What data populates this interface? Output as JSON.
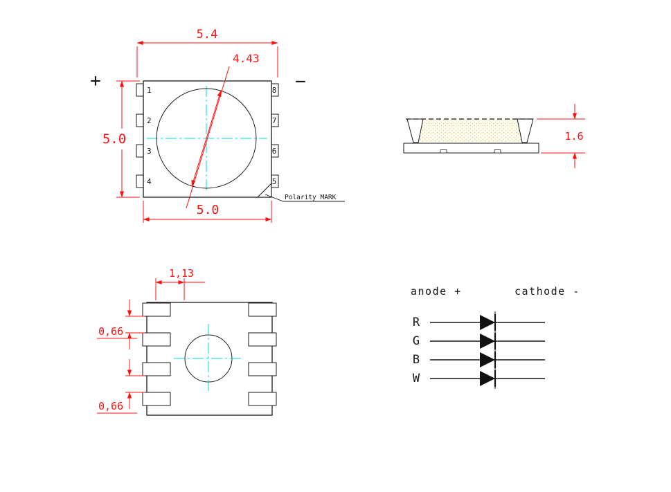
{
  "colors": {
    "dimension": "#ff1010",
    "centerline": "#00d8e0",
    "outline": "#1a1a1a",
    "phosphor_dot": "#d8cc88"
  },
  "top_view": {
    "polarity_sign_positive": "+",
    "polarity_sign_negative": "−",
    "dim_overall_width": "5.4",
    "dim_lens_diameter": "4.43",
    "dim_body_height": "5.0",
    "dim_body_width": "5.0",
    "pins_left": [
      "1",
      "2",
      "3",
      "4"
    ],
    "pins_right": [
      "8",
      "7",
      "6",
      "5"
    ],
    "polarity_mark_label": "Polarity MARK"
  },
  "side_view": {
    "dim_height": "1.6"
  },
  "bottom_view": {
    "dim_pad_length": "1,13",
    "dim_pad_gap_top": "0,66",
    "dim_pad_gap_bottom": "0,66"
  },
  "circuit": {
    "anode_label": "anode +",
    "cathode_label": "cathode -",
    "channels": [
      "R",
      "G",
      "B",
      "W"
    ]
  }
}
